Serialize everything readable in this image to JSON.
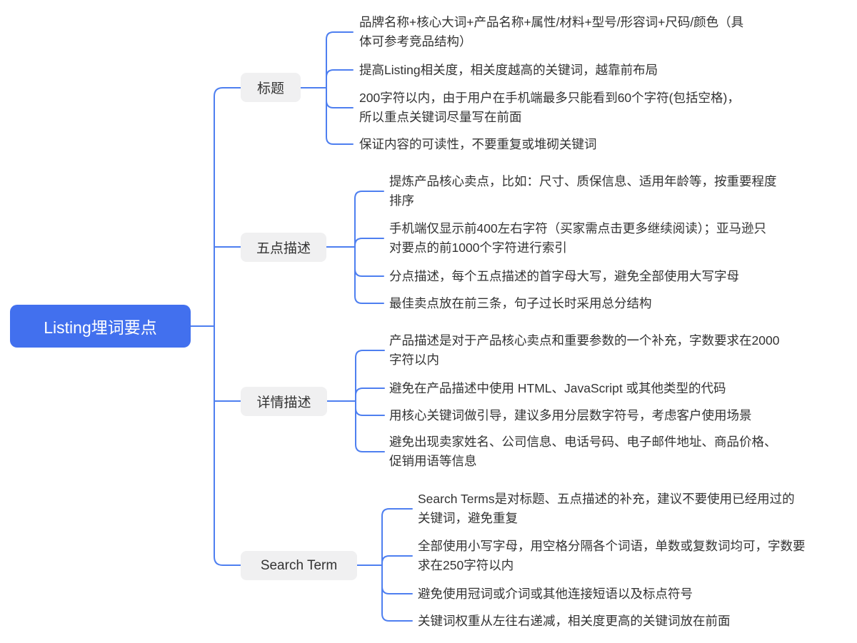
{
  "colors": {
    "accent": "#4270ee",
    "line": "#4e7ff0",
    "branch_bg": "#f0f0f1",
    "node_text": "#333333",
    "leaf_text": "#333333",
    "root_text": "#ffffff",
    "background": "#ffffff"
  },
  "mindmap": {
    "root": {
      "label": "Listing埋词要点"
    },
    "branches": [
      {
        "label": "标题",
        "leaves": [
          "品牌名称+核心大词+产品名称+属性/材料+型号/形容词+尺码/颜色（具\n体可参考竞品结构）",
          "提高Listing相关度，相关度越高的关键词，越靠前布局",
          "200字符以内，由于用户在手机端最多只能看到60个字符(包括空格)，\n所以重点关键词尽量写在前面",
          "保证内容的可读性，不要重复或堆砌关键词"
        ]
      },
      {
        "label": "五点描述",
        "leaves": [
          "提炼产品核心卖点，比如：尺寸、质保信息、适用年龄等，按重要程度\n排序",
          "手机端仅显示前400左右字符（买家需点击更多继续阅读）；亚马逊只\n对要点的前1000个字符进行索引",
          "分点描述，每个五点描述的首字母大写，避免全部使用大写字母",
          "最佳卖点放在前三条，句子过长时采用总分结构"
        ]
      },
      {
        "label": "详情描述",
        "leaves": [
          "产品描述是对于产品核心卖点和重要参数的一个补充，字数要求在2000\n字符以内",
          "避免在产品描述中使用 HTML、JavaScript 或其他类型的代码",
          "用核心关键词做引导，建议多用分层数字符号，考虑客户使用场景",
          "避免出现卖家姓名、公司信息、电话号码、电子邮件地址、商品价格、\n促销用语等信息"
        ]
      },
      {
        "label": "Search Term",
        "leaves": [
          "Search Terms是对标题、五点描述的补充，建议不要使用已经用过的\n关键词，避免重复",
          "全部使用小写字母，用空格分隔各个词语，单数或复数词均可，字数要\n求在250字符以内",
          "避免使用冠词或介词或其他连接短语以及标点符号",
          "关键词权重从左往右递减，相关度更高的关键词放在前面"
        ]
      }
    ]
  }
}
